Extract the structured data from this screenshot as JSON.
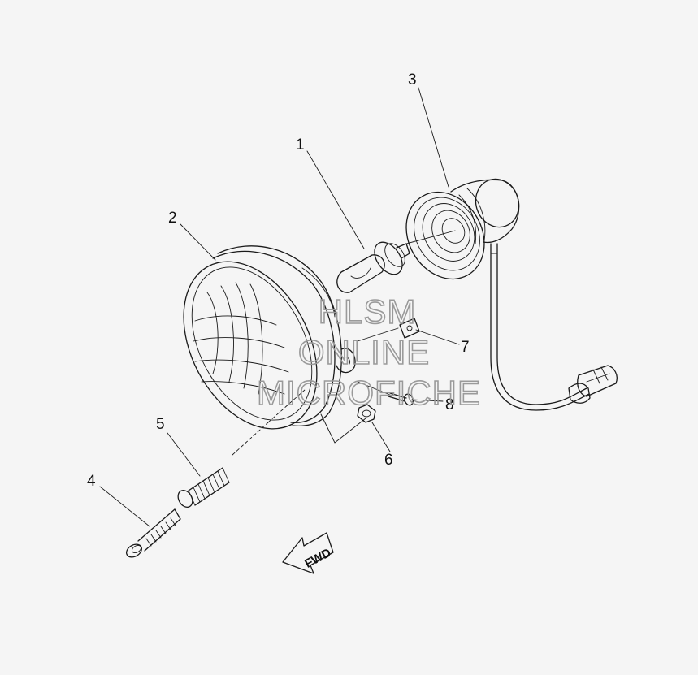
{
  "callouts": [
    {
      "id": "1",
      "label": "1"
    },
    {
      "id": "2",
      "label": "2"
    },
    {
      "id": "3",
      "label": "3"
    },
    {
      "id": "4",
      "label": "4"
    },
    {
      "id": "5",
      "label": "5"
    },
    {
      "id": "6",
      "label": "6"
    },
    {
      "id": "7",
      "label": "7"
    },
    {
      "id": "8",
      "label": "8"
    }
  ],
  "watermark": {
    "line1": "HLSM",
    "line2": "ONLINE",
    "line3": "MICROFICHE",
    "color": "#9a9a9a"
  },
  "direction_arrow": {
    "label": "FWD"
  },
  "colors": {
    "background": "#f5f5f5",
    "line": "#1a1a1a"
  }
}
